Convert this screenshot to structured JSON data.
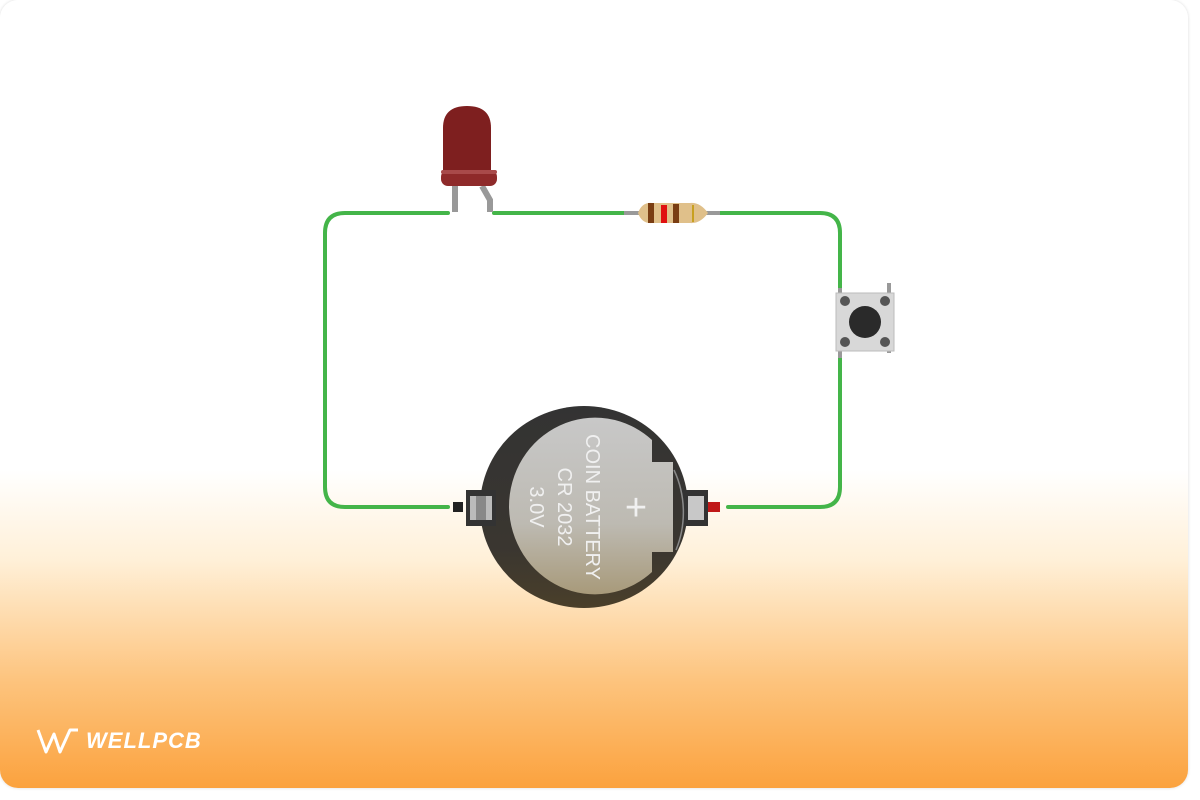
{
  "battery": {
    "line1": "COIN BATTERY",
    "line2": "CR 2032",
    "line3": "3.0V",
    "polarity": "+"
  },
  "logo": {
    "text": "WELLPCB"
  },
  "colors": {
    "wire": "#44b549",
    "led": "#7e1f1f",
    "background_bottom": "#fba23e",
    "battery_holder": "#333333",
    "battery_cell": "#c4c4c4"
  },
  "resistor_bands": [
    "#7a3d12",
    "#e01010",
    "#7a3d12",
    "#c8a020"
  ]
}
